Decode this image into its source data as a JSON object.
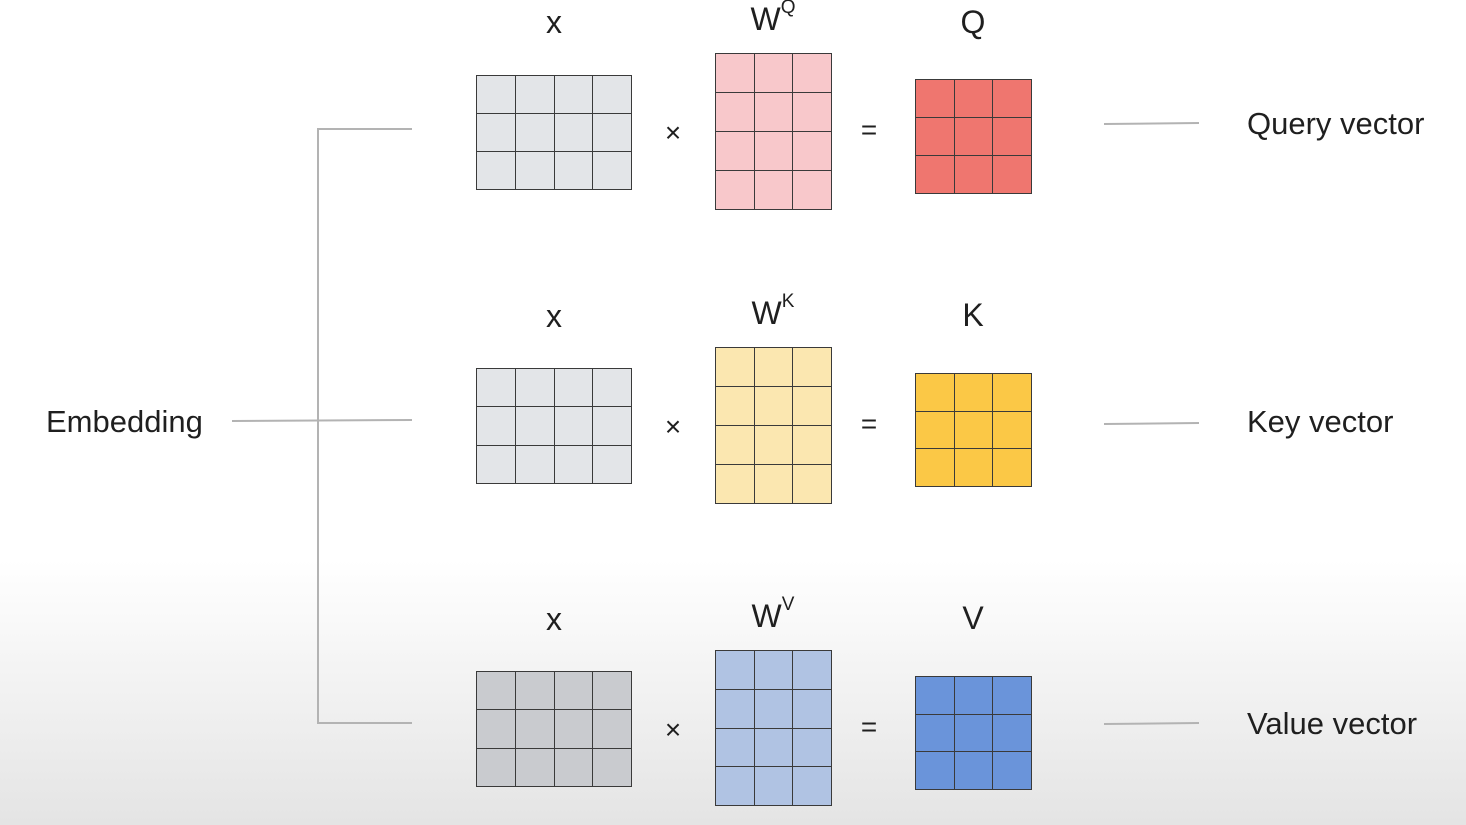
{
  "embedding_label": "Embedding",
  "rows": [
    {
      "id": "query",
      "input_label": "x",
      "weight_base": "W",
      "weight_sup": "Q",
      "output_label": "Q",
      "multiply": "×",
      "equals": "=",
      "result_label": "Query vector",
      "colors": {
        "input": "#e3e5e8",
        "weight": "#f8c8cb",
        "output": "#ef766f"
      }
    },
    {
      "id": "key",
      "input_label": "x",
      "weight_base": "W",
      "weight_sup": "K",
      "output_label": "K",
      "multiply": "×",
      "equals": "=",
      "result_label": "Key vector",
      "colors": {
        "input": "#e3e5e8",
        "weight": "#fbe7b0",
        "output": "#fbc846"
      }
    },
    {
      "id": "value",
      "input_label": "x",
      "weight_base": "W",
      "weight_sup": "V",
      "output_label": "V",
      "multiply": "×",
      "equals": "=",
      "result_label": "Value vector",
      "colors": {
        "input": "#c9cbcf",
        "weight": "#b0c3e3",
        "output": "#6a94da"
      }
    }
  ]
}
